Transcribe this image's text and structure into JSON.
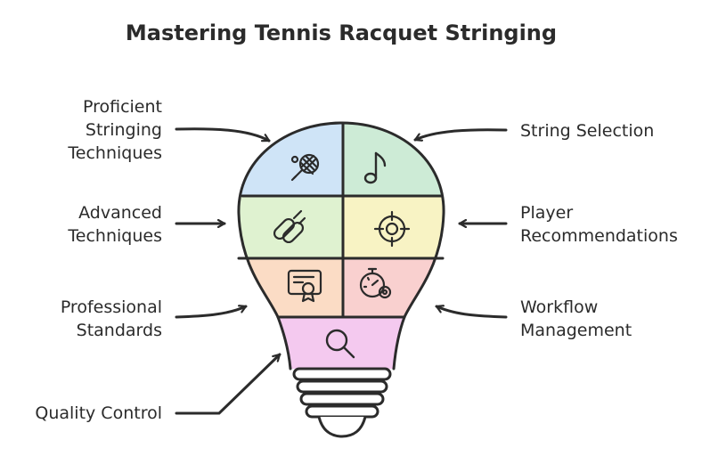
{
  "diagram": {
    "title": "Mastering Tennis Racquet Stringing",
    "left_labels": {
      "proficient": [
        "Proficient",
        "Stringing",
        "Techniques"
      ],
      "advanced": [
        "Advanced",
        "Techniques"
      ],
      "professional": [
        "Professional",
        "Standards"
      ],
      "quality": [
        "Quality Control"
      ]
    },
    "right_labels": {
      "string_selection": [
        "String Selection"
      ],
      "player_recommendations": [
        "Player",
        "Recommendations"
      ],
      "workflow": [
        "Workflow",
        "Management"
      ]
    },
    "colors": {
      "outline": "#2b2b2b",
      "blue": "#cfe4f7",
      "green": "#cdebd6",
      "lime": "#dff2d0",
      "yellow": "#f8f3c4",
      "orange": "#fbdcc5",
      "red": "#f9d0cf",
      "pink": "#f4c9ef"
    },
    "icons": {
      "top_left": "tennis-racquet-icon",
      "top_right": "music-note-icon",
      "mid_left": "clips-icon",
      "mid_right": "target-icon",
      "low_left": "certificate-icon",
      "low_right": "stopwatch-gear-icon",
      "base": "magnifying-glass-icon"
    }
  }
}
